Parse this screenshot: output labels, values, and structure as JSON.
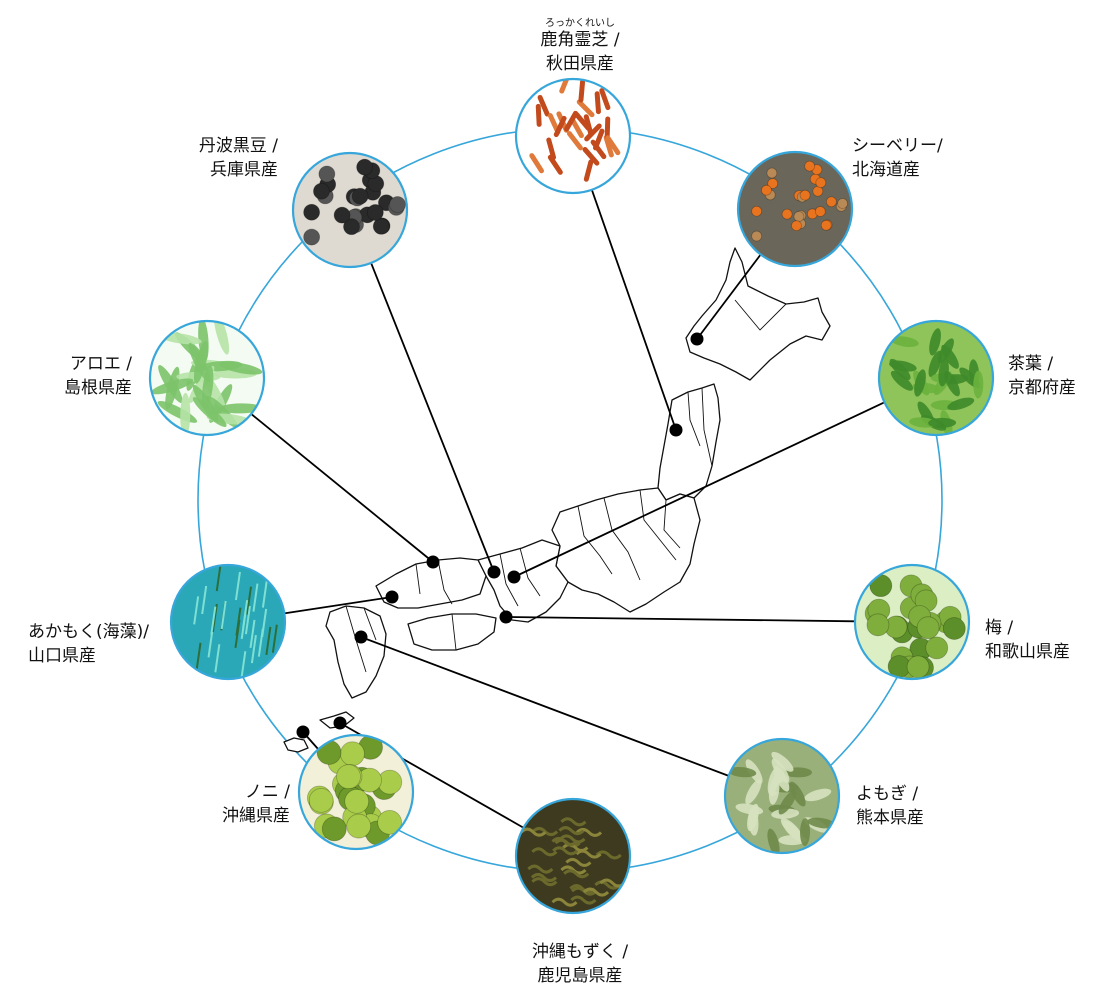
{
  "map_name": "Japan map",
  "ring_color": "#37a6da",
  "line_color": "#000000",
  "ingredients": [
    {
      "id": "rokkaku",
      "ruby": "ろっかくれいし",
      "name": "鹿角霊芝 /",
      "origin": "秋田県産",
      "photo": "reishi-mushroom-icon",
      "colors": {
        "bg": "#ffffff",
        "main": "#c24a1c",
        "accent": "#e07a3a"
      }
    },
    {
      "id": "seaberry",
      "name": "シーベリー/",
      "origin": "北海道産",
      "photo": "sea-buckthorn-berries-icon",
      "colors": {
        "bg": "#6b665a",
        "main": "#e8741f",
        "accent": "#b98a55"
      }
    },
    {
      "id": "tea",
      "name": "茶葉 /",
      "origin": "京都府産",
      "photo": "tea-leaves-icon",
      "colors": {
        "bg": "#8fc45a",
        "main": "#3e8a2a",
        "accent": "#6cb33e"
      }
    },
    {
      "id": "ume",
      "name": "梅 /",
      "origin": "和歌山県産",
      "photo": "ume-plum-icon",
      "colors": {
        "bg": "#dcefc4",
        "main": "#7fae3c",
        "accent": "#5c8f2a"
      }
    },
    {
      "id": "yomogi",
      "name": "よもぎ /",
      "origin": "熊本県産",
      "photo": "mugwort-icon",
      "colors": {
        "bg": "#9ab07a",
        "main": "#d6e2bf",
        "accent": "#6f8a4a"
      }
    },
    {
      "id": "mozuku",
      "name": "沖縄もずく /",
      "origin": "鹿児島県産",
      "photo": "mozuku-seaweed-icon",
      "colors": {
        "bg": "#3d3a1f",
        "main": "#6b6a2c",
        "accent": "#8a853a"
      }
    },
    {
      "id": "noni",
      "name": "ノニ /",
      "origin": "沖縄県産",
      "photo": "noni-fruit-icon",
      "colors": {
        "bg": "#f2f0d8",
        "main": "#a9cc4a",
        "accent": "#6d9a2a"
      }
    },
    {
      "id": "akamoku",
      "name": "あかもく(海藻)/",
      "origin": "山口県産",
      "photo": "akamoku-seaweed-icon",
      "colors": {
        "bg": "#2aa8b8",
        "main": "#7ee0d2",
        "accent": "#2d6e3a"
      }
    },
    {
      "id": "aloe",
      "name": "アロエ /",
      "origin": "島根県産",
      "photo": "aloe-icon",
      "colors": {
        "bg": "#f4fbf2",
        "main": "#7cc36a",
        "accent": "#b6e3a6"
      }
    },
    {
      "id": "kuromame",
      "name": "丹波黒豆 /",
      "origin": "兵庫県産",
      "photo": "black-soybeans-icon",
      "colors": {
        "bg": "#dedad2",
        "main": "#2a2a2a",
        "accent": "#555555"
      }
    }
  ]
}
